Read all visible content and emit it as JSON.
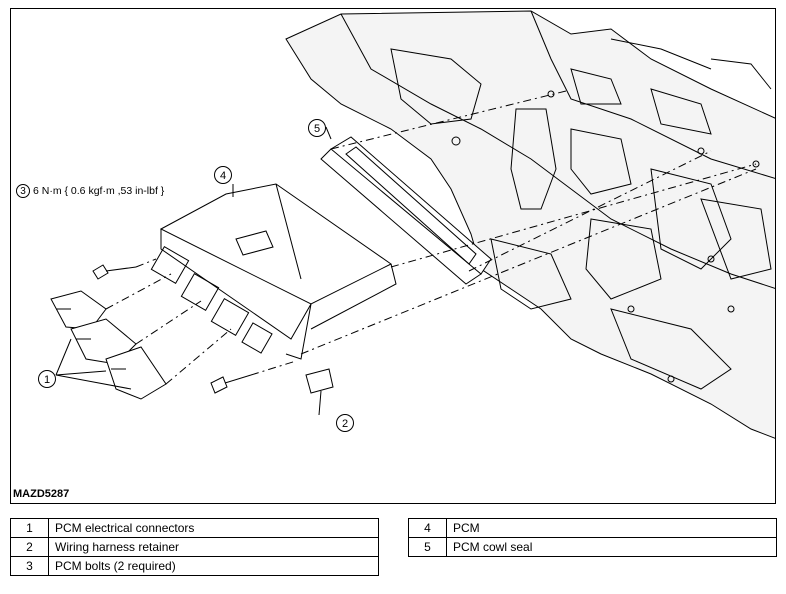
{
  "figure": {
    "id": "MAZD5287",
    "torque_spec": {
      "ref": "3",
      "text": "6 N·m { 0.6  kgf·m ,53 in-lbf }"
    },
    "callouts": [
      "5",
      "4",
      "1",
      "2"
    ]
  },
  "legend_left": [
    {
      "num": "1",
      "desc": "PCM electrical connectors"
    },
    {
      "num": "2",
      "desc": "Wiring harness retainer"
    },
    {
      "num": "3",
      "desc": "PCM bolts (2 required)"
    }
  ],
  "legend_right": [
    {
      "num": "4",
      "desc": "PCM"
    },
    {
      "num": "5",
      "desc": "PCM cowl seal"
    }
  ]
}
